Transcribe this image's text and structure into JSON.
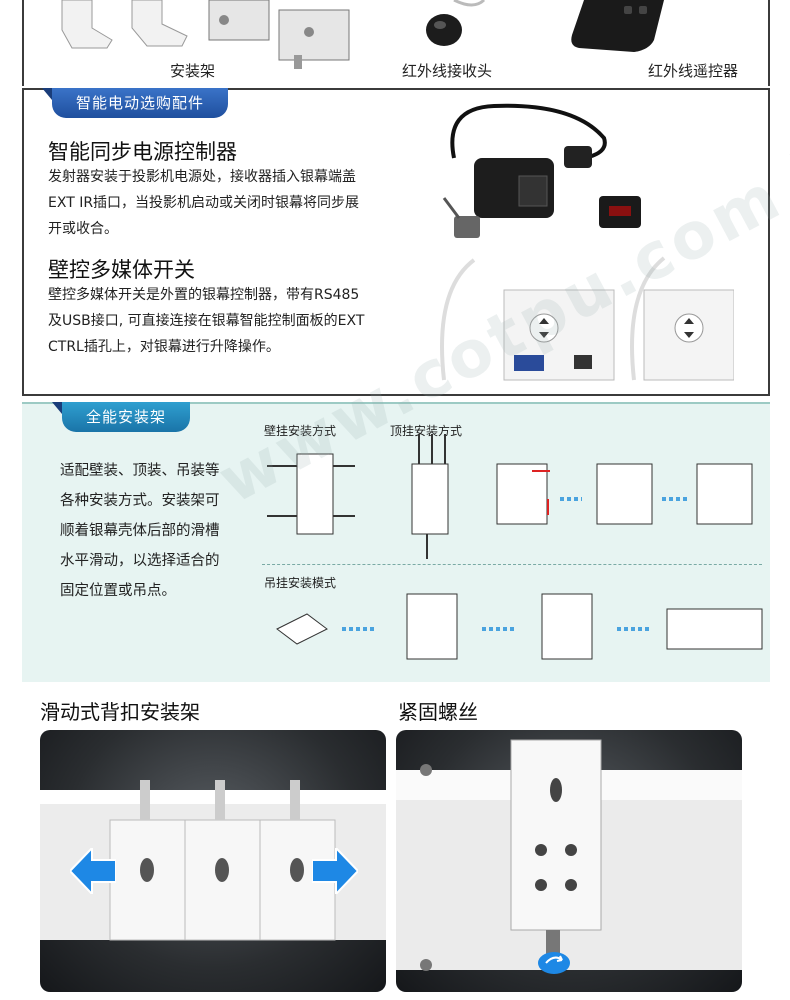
{
  "top_products": {
    "captions": [
      "安装架",
      "红外线接收头",
      "红外线遥控器"
    ]
  },
  "accessories": {
    "tab_label": "智能电动选购配件",
    "sync_controller": {
      "title": "智能同步电源控制器",
      "lines": [
        "发射器安装于投影机电源处，接收器插入银幕端盖",
        "EXT IR插口，当投影机启动或关闭时银幕将同步展",
        "开或收合。"
      ]
    },
    "wall_switch": {
      "title": "壁控多媒体开关",
      "lines": [
        "壁控多媒体开关是外置的银幕控制器，带有RS485",
        "及USB接口, 可直接连接在银幕智能控制面板的EXT",
        "CTRL插孔上，对银幕进行升降操作。"
      ]
    }
  },
  "mounting": {
    "tab_label": "全能安装架",
    "lines": [
      "适配壁装、顶装、吊装等",
      "各种安装方式。安装架可",
      "顺着银幕壳体后部的滑槽",
      "水平滑动，以选择适合的",
      "固定位置或吊点。"
    ],
    "labels": {
      "wall": "壁挂安装方式",
      "ceiling": "顶挂安装方式",
      "hanging": "吊挂安装模式"
    },
    "watermark": "www.cotpu.com 科普"
  },
  "photos": {
    "slide_title": "滑动式背扣安装架",
    "screw_title": "紧固螺丝"
  },
  "colors": {
    "tab_blue": "#2a5fb5",
    "tab_teal": "#2288c0",
    "mount_bg": "#e7f4f2",
    "arrow_blue": "#1e88e5"
  }
}
